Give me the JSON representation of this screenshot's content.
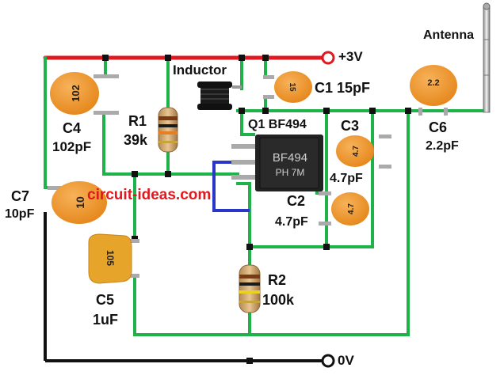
{
  "labels": {
    "supply": "+3V",
    "ground": "0V",
    "inductor": "Inductor",
    "antenna": "Antenna",
    "c1": "C1 15pF",
    "q1": "Q1 BF494",
    "c3": "C3",
    "c3_value": "4.7pF",
    "c2": "C2",
    "c2_value": "4.7pF",
    "c4": "C4",
    "c4_value": "102pF",
    "r1": "R1",
    "r1_value": "39k",
    "c7": "C7",
    "c7_value": "10pF",
    "c6": "C6",
    "c6_value": "2.2pF",
    "c5": "C5",
    "c5_value": "1uF",
    "r2": "R2",
    "r2_value": "100k"
  },
  "body_markings": {
    "c4": "102",
    "c1": "15",
    "c3": "4.7",
    "c2": "4.7",
    "c7": "10",
    "c6": "2.2",
    "c5": "105",
    "q1_line1": "BF494",
    "q1_line2": "PH  7M"
  },
  "watermark": "circuit-ideas.com",
  "colors": {
    "supply_wire": "#e0181f",
    "signal_wire": "#1fb24a",
    "ground_wire": "#111111",
    "base_wire": "#2a36c8",
    "ceramic_cap": "#f0951f",
    "tantalum_cap": "#e6a52a",
    "junction": "#111111",
    "terminal": "#e0181f"
  }
}
